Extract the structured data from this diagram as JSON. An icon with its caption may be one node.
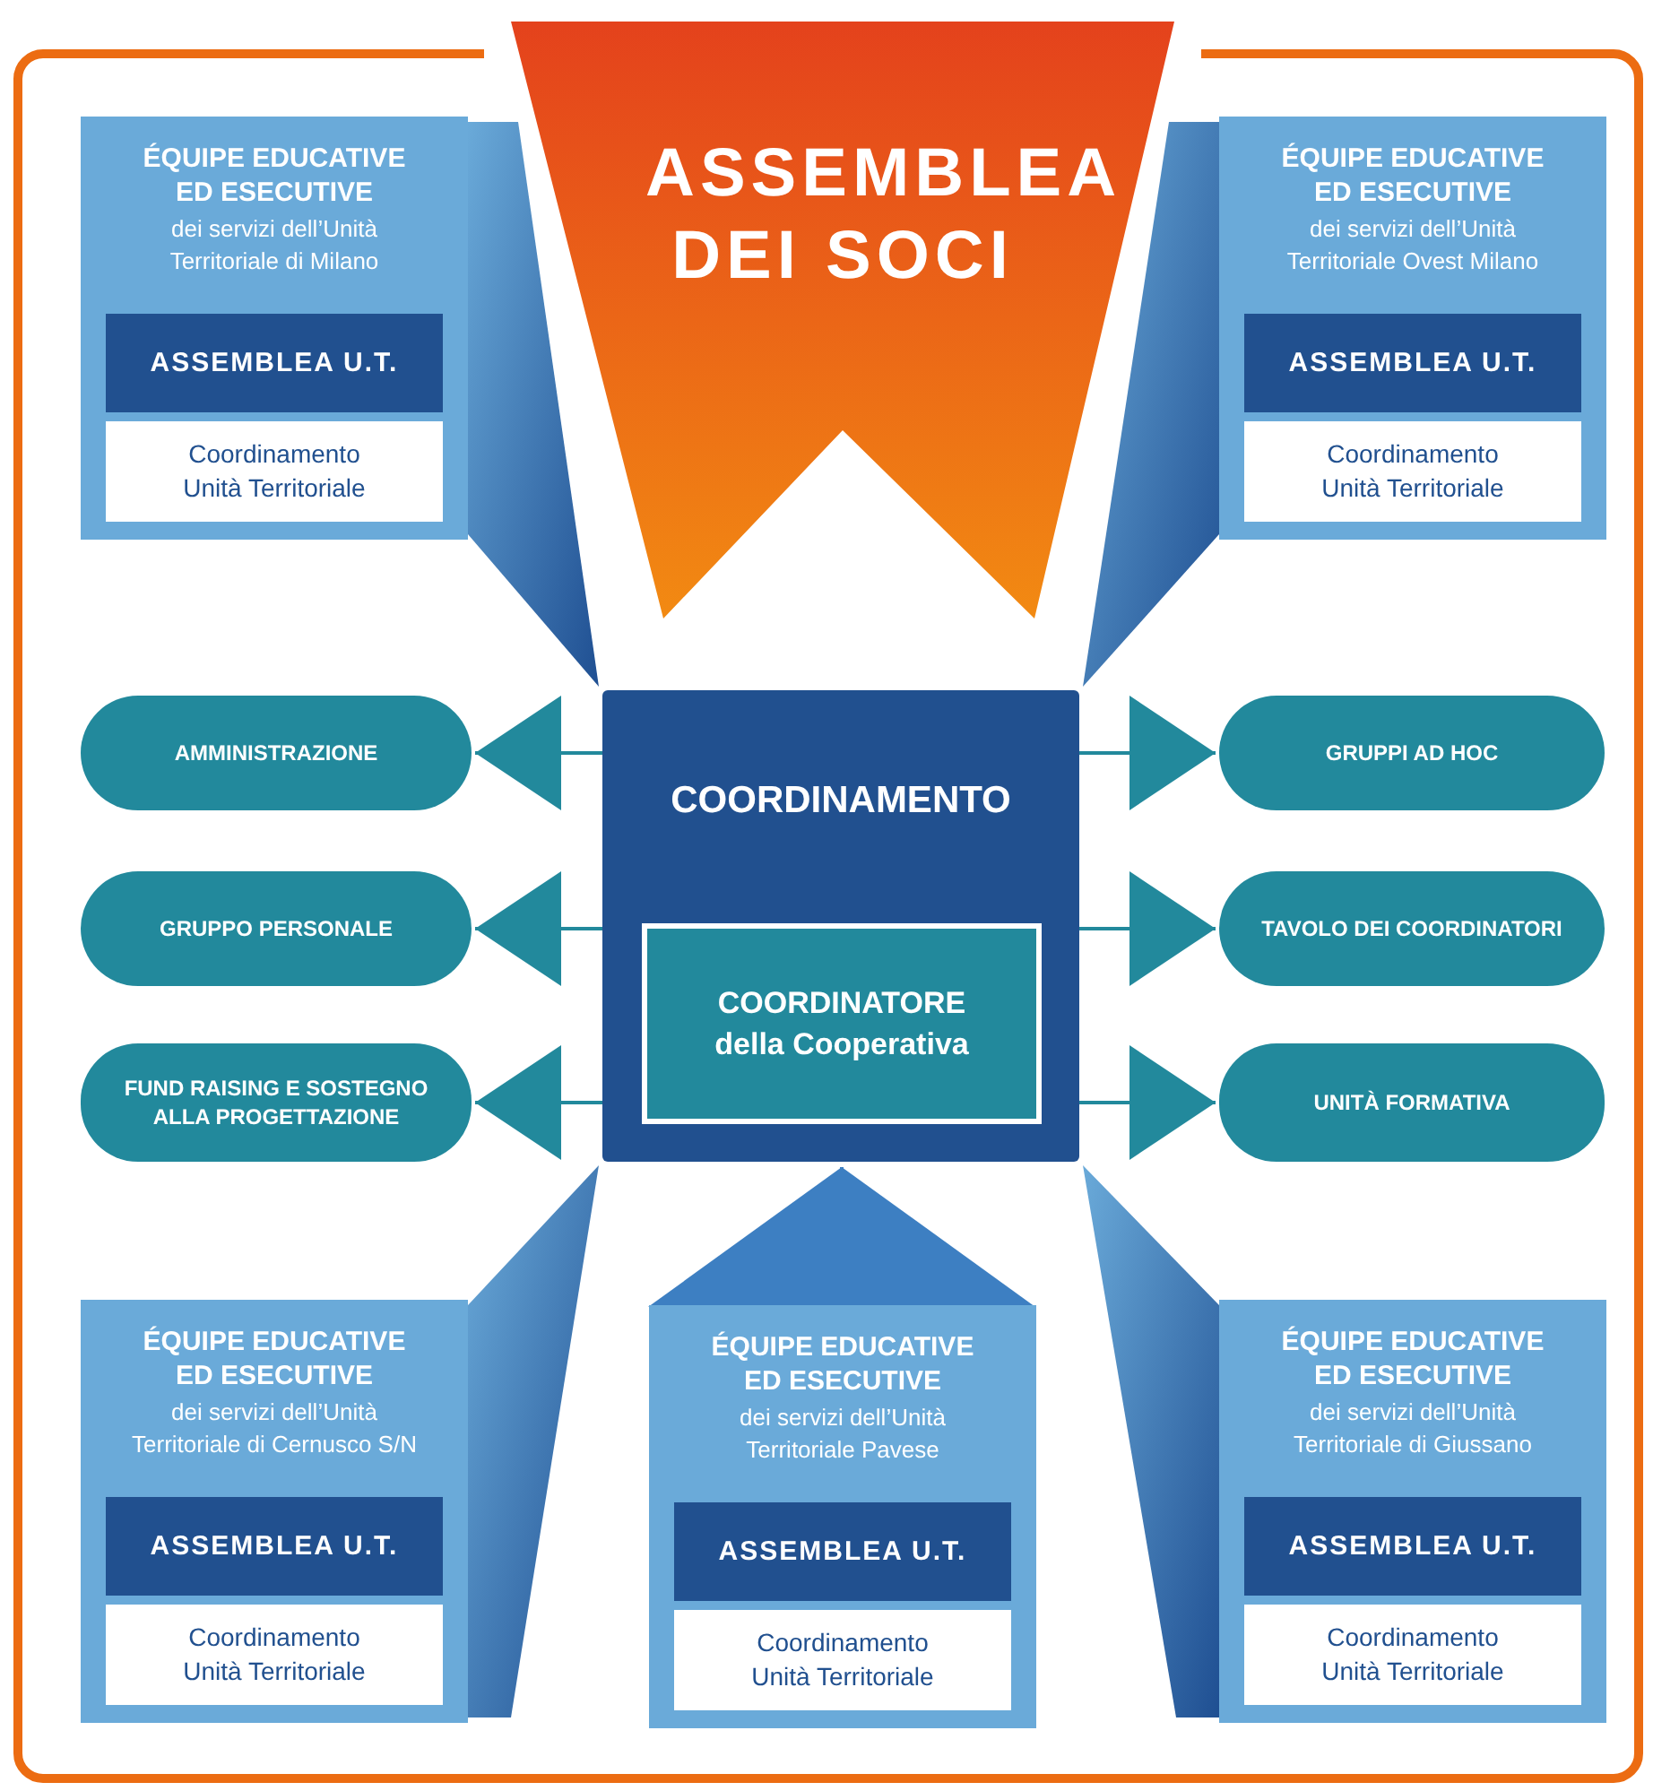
{
  "diagram": {
    "nodes": [
      {
        "text": [
          "ASSEMBLEA DEI SOCI"
        ]
      },
      {
        "text": [
          "ÉQUIPE EDUCATIVE ED ESECUTIVE",
          "dei servizi dell’Unità Territoriale di Milano"
        ]
      },
      {
        "text": [
          "ASSEMBLEA U.T."
        ],
        "in": 1
      },
      {
        "text": [
          "Coordinamento Unità Territoriale"
        ],
        "in": 1
      },
      {
        "text": [
          "ÉQUIPE EDUCATIVE ED ESECUTIVE",
          "dei servizi dell’Unità Territoriale Ovest Milano"
        ]
      },
      {
        "text": [
          "ASSEMBLEA U.T."
        ],
        "in": 4
      },
      {
        "text": [
          "Coordinamento Unità Territoriale"
        ],
        "in": 4
      },
      {
        "text": [
          "COORDINAMENTO"
        ]
      },
      {
        "text": [
          "COORDINATORE della Cooperativa"
        ],
        "in": 7
      },
      {
        "text": [
          "AMMINISTRAZIONE"
        ]
      },
      {
        "text": [
          "GRUPPO PERSONALE"
        ]
      },
      {
        "text": [
          "FUND RAISING E SOSTEGNO ALLA PROGETTAZIONE"
        ]
      },
      {
        "text": [
          "GRUPPI AD HOC"
        ]
      },
      {
        "text": [
          "TAVOLO DEI COORDINATORI"
        ]
      },
      {
        "text": [
          "UNITÀ FORMATIVA"
        ]
      },
      {
        "text": [
          "ÉQUIPE EDUCATIVE ED ESECUTIVE",
          "dei servizi dell’Unità Territoriale di Cernusco S/N"
        ]
      },
      {
        "text": [
          "ASSEMBLEA U.T."
        ],
        "in": 15
      },
      {
        "text": [
          "Coordinamento Unità Territoriale"
        ],
        "in": 15
      },
      {
        "text": [
          "ÉQUIPE EDUCATIVE ED ESECUTIVE",
          "dei servizi dell’Unità Territoriale Pavese"
        ]
      },
      {
        "text": [
          "ASSEMBLEA U.T."
        ],
        "in": 18
      },
      {
        "text": [
          "Coordinamento Unità Territoriale"
        ],
        "in": 18
      },
      {
        "text": [
          "ÉQUIPE EDUCATIVE ED ESECUTIVE",
          "dei servizi dell’Unità Territoriale di Giussano"
        ]
      },
      {
        "text": [
          "ASSEMBLEA U.T."
        ],
        "in": 21
      },
      {
        "text": [
          "Coordinamento Unità Territoriale"
        ],
        "in": 21
      }
    ],
    "edges": [
      {
        "from": 1,
        "to": 7,
        "arrow": "none"
      },
      {
        "from": 4,
        "to": 7,
        "arrow": "none"
      },
      {
        "from": 15,
        "to": 7,
        "arrow": "none"
      },
      {
        "from": 18,
        "to": 7,
        "arrow": "to"
      },
      {
        "from": 21,
        "to": 7,
        "arrow": "none"
      },
      {
        "from": 7,
        "to": 9,
        "arrow": "to"
      },
      {
        "from": 7,
        "to": 10,
        "arrow": "to"
      },
      {
        "from": 7,
        "to": 11,
        "arrow": "to"
      },
      {
        "from": 7,
        "to": 12,
        "arrow": "to"
      },
      {
        "from": 7,
        "to": 13,
        "arrow": "to"
      },
      {
        "from": 7,
        "to": 14,
        "arrow": "to"
      }
    ]
  }
}
